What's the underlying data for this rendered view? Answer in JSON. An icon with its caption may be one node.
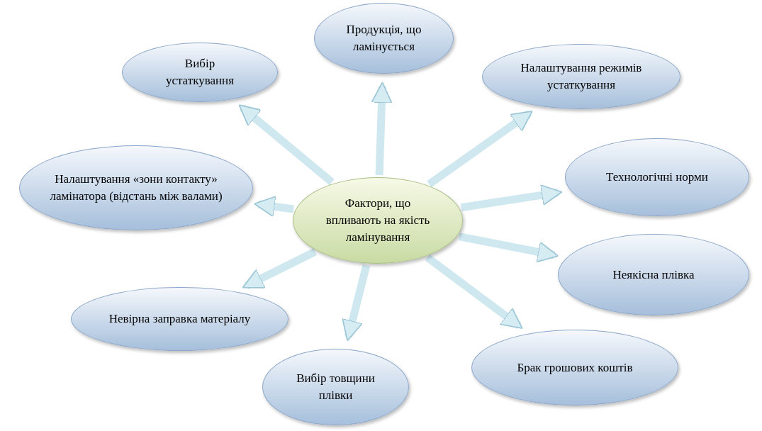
{
  "diagram": {
    "nodes": [
      {
        "text": [
          "Фактори, що впливають на якість ламінування"
        ]
      },
      {
        "text": [
          "Вибір устаткування"
        ]
      },
      {
        "text": [
          "Продукція, що ламінується"
        ]
      },
      {
        "text": [
          "Налаштування режимів устаткування"
        ]
      },
      {
        "text": [
          "Технологічні норми"
        ]
      },
      {
        "text": [
          "Налаштування «зони контакту» ламінатора (відстань між валами)"
        ]
      },
      {
        "text": [
          "Неякісна плівка"
        ]
      },
      {
        "text": [
          "Невірна заправка матеріалу"
        ]
      },
      {
        "text": [
          "Вибір товщини плівки"
        ]
      },
      {
        "text": [
          "Брак грошових коштів"
        ]
      }
    ],
    "edges": [
      {
        "from": 0,
        "to": 1,
        "arrow": "to"
      },
      {
        "from": 0,
        "to": 2,
        "arrow": "to"
      },
      {
        "from": 0,
        "to": 3,
        "arrow": "to"
      },
      {
        "from": 0,
        "to": 4,
        "arrow": "to"
      },
      {
        "from": 0,
        "to": 5,
        "arrow": "to"
      },
      {
        "from": 0,
        "to": 6,
        "arrow": "to"
      },
      {
        "from": 0,
        "to": 7,
        "arrow": "to"
      },
      {
        "from": 0,
        "to": 8,
        "arrow": "to"
      },
      {
        "from": 0,
        "to": 9,
        "arrow": "to"
      }
    ]
  }
}
